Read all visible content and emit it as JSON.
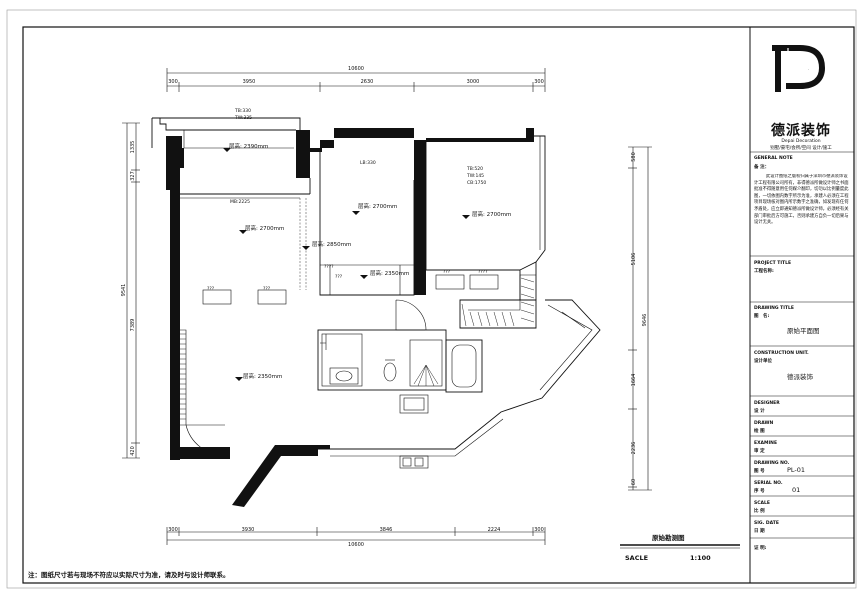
{
  "dimensions": {
    "top_total": "10600",
    "top_segments": [
      "300",
      "3950",
      "2630",
      "3000",
      "300"
    ],
    "bottom_total": "10600",
    "bottom_segments": [
      "300",
      "3930",
      "3846",
      "2224",
      "300"
    ],
    "left_total": "9541",
    "left_segments": [
      "1335",
      "327",
      "7389",
      "420"
    ],
    "right_total": "9646",
    "right_segments": [
      "580",
      "5106",
      "1664",
      "2236",
      "60"
    ]
  },
  "rooms": {
    "balcony_top": {
      "note1": "TB:330",
      "note2": "TW:335",
      "height": "层高: 2390mm"
    },
    "living_upper": {
      "note": "MB:2225",
      "height": "层高: 2700mm"
    },
    "middle_room": {
      "note": "LB:330",
      "height": "层高: 2700mm"
    },
    "right_room": {
      "note1": "TB:520",
      "note2": "TW:145",
      "note3": "CB:1750",
      "height": "层高: 2700mm"
    },
    "corridor": {
      "height": "层高: 2850mm"
    },
    "niche": {
      "height": "层高: 2350mm"
    },
    "living_main": {
      "height": "层高: 2350mm"
    }
  },
  "marks": [
    "???",
    "???",
    "???",
    "???",
    "????",
    "????"
  ],
  "caption": {
    "title": "原始勘测图",
    "scale_label": "SACLE",
    "scale_value": "1:100"
  },
  "footnote": "注：图纸尺寸若与现场不符应以实际尺寸为准，请及时与设计师联系。",
  "title_block": {
    "logo_letter": "D",
    "brand_name": "德派装饰",
    "brand_en": "Depai Decoration",
    "brand_sub": "别墅/豪宅/会所/空间 设计/施工",
    "general_note_head": "GENERAL NOTE",
    "general_note_label": "备 注：",
    "general_note_text": "此设计图纸之版权归属于深圳市德派装饰设计工程有限公司所有，非得德派所做设计师之书面批准不得随意用任何媒介翻印，切勿以比例量度此图，一切依图内数字所示为准，承建人必须在工程项目现场核对图内所示数字之准确，如发现有任何矛盾处，应立即通知德派所做设计师，必须经有关部门审批后方可施工，否则承建方自负一切后果与设计无关。",
    "project_title_head": "PROJECT TITLE",
    "project_name_label": "工程名称:",
    "drawing_title_head": "DRAWING TITLE",
    "drawing_name_label": "图　名:",
    "drawing_name": "原始平面图",
    "construction_head": "CONSTRUCTION UNIT.",
    "construction_label": "设计单位",
    "construction_name": "德派装饰",
    "designer_head": "DESIGNER",
    "designer_label": "设 计",
    "drawn_head": "DRAWN",
    "drawn_label": "绘 图",
    "examine_head": "EXAMINE",
    "examine_label": "审 定",
    "drawing_no_head": "DRAWING NO.",
    "drawing_no_label": "图 号",
    "drawing_no": "PL-01",
    "serial_head": "SERIAL NO.",
    "serial_label": "序 号",
    "serial_no": "01",
    "scale_head": "SCALE",
    "scale_label": "比 例",
    "date_head": "SIG. DATE",
    "date_label": "日 期",
    "sign_label": "证 明:"
  }
}
